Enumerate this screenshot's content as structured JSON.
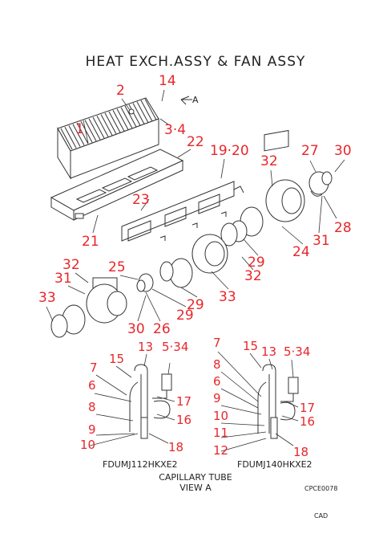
{
  "title": "HEAT EXCH.ASSY & FAN ASSY",
  "view_marker": "A",
  "part_labels": [
    "1",
    "2",
    "14",
    "3·4",
    "22",
    "19·20",
    "32",
    "27",
    "30",
    "23",
    "21",
    "24",
    "28",
    "31",
    "29",
    "25",
    "33",
    "32",
    "29",
    "33",
    "32",
    "29",
    "30",
    "31",
    "26",
    "7",
    "15",
    "13",
    "5·34",
    "6",
    "17",
    "8",
    "16",
    "9",
    "10",
    "18",
    "7",
    "15",
    "13",
    "5·34",
    "8",
    "6",
    "17",
    "9",
    "16",
    "10",
    "11",
    "12",
    "18"
  ],
  "captions": {
    "left_model": "FDUMJ112HKXE2",
    "right_model": "FDUMJ140HKXE2",
    "capillary": "CAPILLARY TUBE",
    "view": "VIEW A",
    "code": "CPCE0078",
    "cad": "CAD"
  },
  "colors": {
    "label": "#e8262a",
    "line": "#333333",
    "text": "#222222"
  }
}
